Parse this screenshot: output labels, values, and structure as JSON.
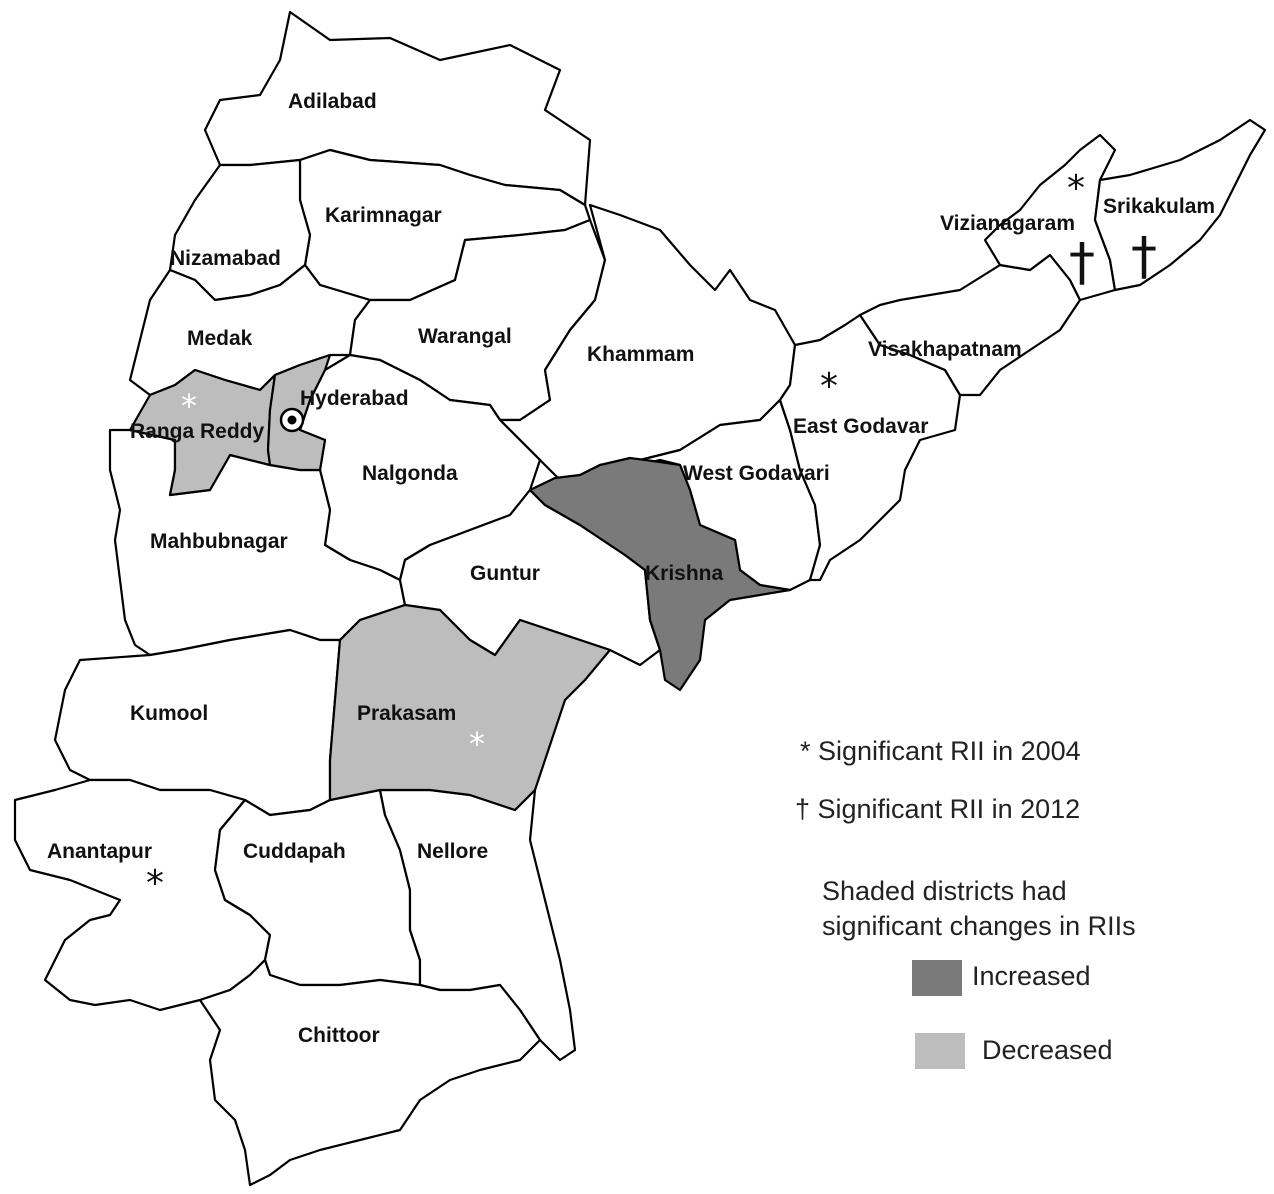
{
  "map": {
    "districts": [
      {
        "id": "adilabad",
        "label": "Adilabad",
        "shade": "none"
      },
      {
        "id": "karimnagar",
        "label": "Karimnagar",
        "shade": "none"
      },
      {
        "id": "nizamabad",
        "label": "Nizamabad",
        "shade": "none"
      },
      {
        "id": "medak",
        "label": "Medak",
        "shade": "none"
      },
      {
        "id": "warangal",
        "label": "Warangal",
        "shade": "none"
      },
      {
        "id": "khammam",
        "label": "Khammam",
        "shade": "none"
      },
      {
        "id": "hyderabad",
        "label": "Hyderabad",
        "shade": "decreased"
      },
      {
        "id": "ranga_reddy",
        "label": "Ranga Reddy",
        "shade": "decreased"
      },
      {
        "id": "nalgonda",
        "label": "Nalgonda",
        "shade": "none"
      },
      {
        "id": "mahbubnagar",
        "label": "Mahbubnagar",
        "shade": "none"
      },
      {
        "id": "guntur",
        "label": "Guntur",
        "shade": "none"
      },
      {
        "id": "krishna",
        "label": "Krishna",
        "shade": "increased"
      },
      {
        "id": "west_godavari",
        "label": "West Godavari",
        "shade": "none"
      },
      {
        "id": "east_godavari",
        "label": "East Godavar",
        "shade": "none"
      },
      {
        "id": "visakhapatnam",
        "label": "Visakhapatnam",
        "shade": "none"
      },
      {
        "id": "vizianagaram",
        "label": "Vizianagaram",
        "shade": "none"
      },
      {
        "id": "srikakulam",
        "label": "Srikakulam",
        "shade": "none"
      },
      {
        "id": "prakasam",
        "label": "Prakasam",
        "shade": "decreased"
      },
      {
        "id": "kurnool",
        "label": "Kumool",
        "shade": "none"
      },
      {
        "id": "anantapur",
        "label": "Anantapur",
        "shade": "none"
      },
      {
        "id": "cuddapah",
        "label": "Cuddapah",
        "shade": "none"
      },
      {
        "id": "nellore",
        "label": "Nellore",
        "shade": "none"
      },
      {
        "id": "chittoor",
        "label": "Chittoor",
        "shade": "none"
      }
    ],
    "markers": {
      "star_symbol": "*",
      "dagger_symbol": "†",
      "rii_2004": [
        "Ranga Reddy",
        "Prakasam",
        "Anantapur",
        "East Godavari",
        "Vizianagaram"
      ],
      "rii_2012": [
        "Vizianagaram",
        "Srikakulam"
      ]
    }
  },
  "legend": {
    "star_note": "* Significant RII in 2004",
    "dagger_note": "† Significant RII in 2012",
    "shade_note_line1": "Shaded districts had",
    "shade_note_line2": "significant changes in RIIs",
    "increased_label": "Increased",
    "decreased_label": "Decreased"
  },
  "colors": {
    "increased": "#7a7a7a",
    "decreased": "#bdbdbd",
    "unshaded": "#ffffff",
    "border": "#000000"
  }
}
